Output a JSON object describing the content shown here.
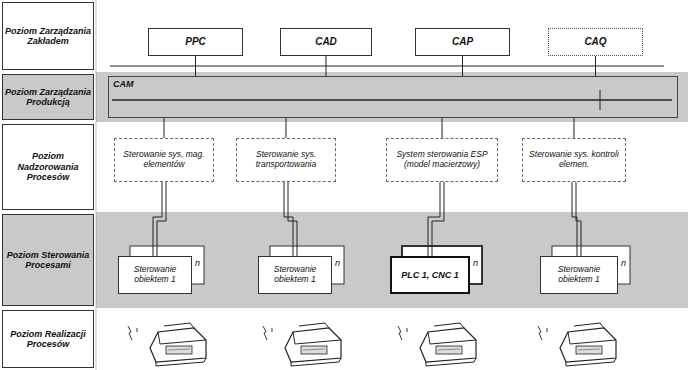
{
  "diagram": {
    "nodes": [
      {
        "text": [
          "Poziom Zarządzania Zakładem"
        ]
      },
      {
        "text": [
          "Poziom Zarządzania Produkcją"
        ]
      },
      {
        "text": [
          "Poziom Nadzorowania Procesów"
        ]
      },
      {
        "text": [
          "Poziom Sterowania Procesami"
        ]
      },
      {
        "text": [
          "Poziom Realizacji Procesów"
        ]
      },
      {
        "text": [
          "PPC"
        ]
      },
      {
        "text": [
          "CAD"
        ]
      },
      {
        "text": [
          "CAP"
        ]
      },
      {
        "text": [
          "CAQ"
        ]
      },
      {
        "text": [
          "CAM"
        ]
      },
      {
        "text": [
          "Sterowanie sys. mag. elementów"
        ]
      },
      {
        "text": [
          "Sterowanie sys. transportowania"
        ]
      },
      {
        "text": [
          "System sterowania ESP (model macierzowy)"
        ]
      },
      {
        "text": [
          "Sterowanie sys. kontroli elemen."
        ]
      },
      {
        "text": [
          "Sterowanie obiektem 1"
        ]
      },
      {
        "text": [
          "Sterowanie obiektem 1"
        ]
      },
      {
        "text": [
          "PLC 1, CNC 1"
        ]
      },
      {
        "text": [
          "Sterowanie obiektem 1"
        ]
      }
    ],
    "edges": [
      {
        "from": 5,
        "to": 9,
        "arrow": "none"
      },
      {
        "from": 6,
        "to": 9,
        "arrow": "none"
      },
      {
        "from": 7,
        "to": 9,
        "arrow": "none"
      },
      {
        "from": 8,
        "to": 9,
        "arrow": "none"
      },
      {
        "from": 9,
        "to": 10,
        "arrow": "none"
      },
      {
        "from": 9,
        "to": 11,
        "arrow": "none"
      },
      {
        "from": 9,
        "to": 12,
        "arrow": "none"
      },
      {
        "from": 9,
        "to": 13,
        "arrow": "none"
      },
      {
        "from": 10,
        "to": 14,
        "arrow": "none"
      },
      {
        "from": 11,
        "to": 15,
        "arrow": "none"
      },
      {
        "from": 12,
        "to": 16,
        "arrow": "none"
      },
      {
        "from": 13,
        "to": 17,
        "arrow": "none"
      }
    ],
    "labels": [
      "n",
      "n",
      "n",
      "n"
    ]
  }
}
